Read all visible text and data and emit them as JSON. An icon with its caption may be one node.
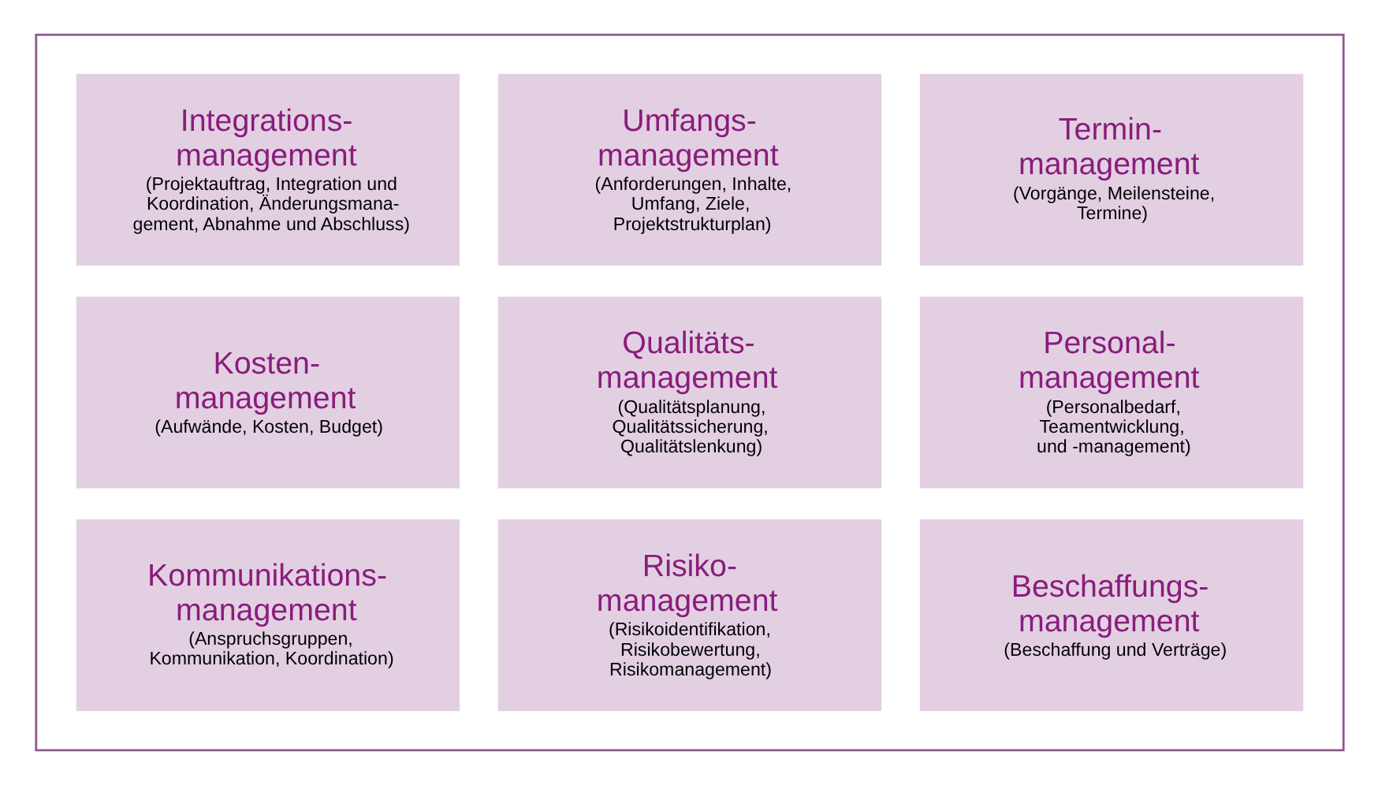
{
  "diagram": {
    "nodes": [
      {
        "text": [],
        "shape": "box"
      },
      {
        "text": [
          "Integrations- management",
          "(Projektauftrag, Integration und Koordination, Änderungsmana- gement, Abnahme und Abschluss)"
        ],
        "in": 0
      },
      {
        "text": [
          "Umfangs- management",
          "(Anforderungen, Inhalte, Umfang, Ziele, Projektstrukturplan)"
        ],
        "in": 0
      },
      {
        "text": [
          "Termin- management",
          "(Vorgänge, Meilensteine, Termine)"
        ],
        "in": 0
      },
      {
        "text": [
          "Kosten- management",
          "(Aufwände, Kosten, Budget)"
        ],
        "in": 0
      },
      {
        "text": [
          "Qualitäts- management",
          "(Qualitätsplanung, Qualitätssicherung, Qualitätslenkung)"
        ],
        "in": 0
      },
      {
        "text": [
          "Personal- management",
          "(Personalbedarf, Teamentwicklung, und -management)"
        ],
        "in": 0
      },
      {
        "text": [
          "Kommunikations- management",
          "(Anspruchsgruppen, Kommunikation, Koordination)"
        ],
        "in": 0
      },
      {
        "text": [
          "Risiko- management",
          "(Risikoidentifikation, Risikobewertung, Risikomanagement)"
        ],
        "in": 0
      },
      {
        "text": [
          "Beschaffungs- management",
          "(Beschaffung und Verträge)"
        ],
        "in": 0
      }
    ],
    "edges": []
  }
}
